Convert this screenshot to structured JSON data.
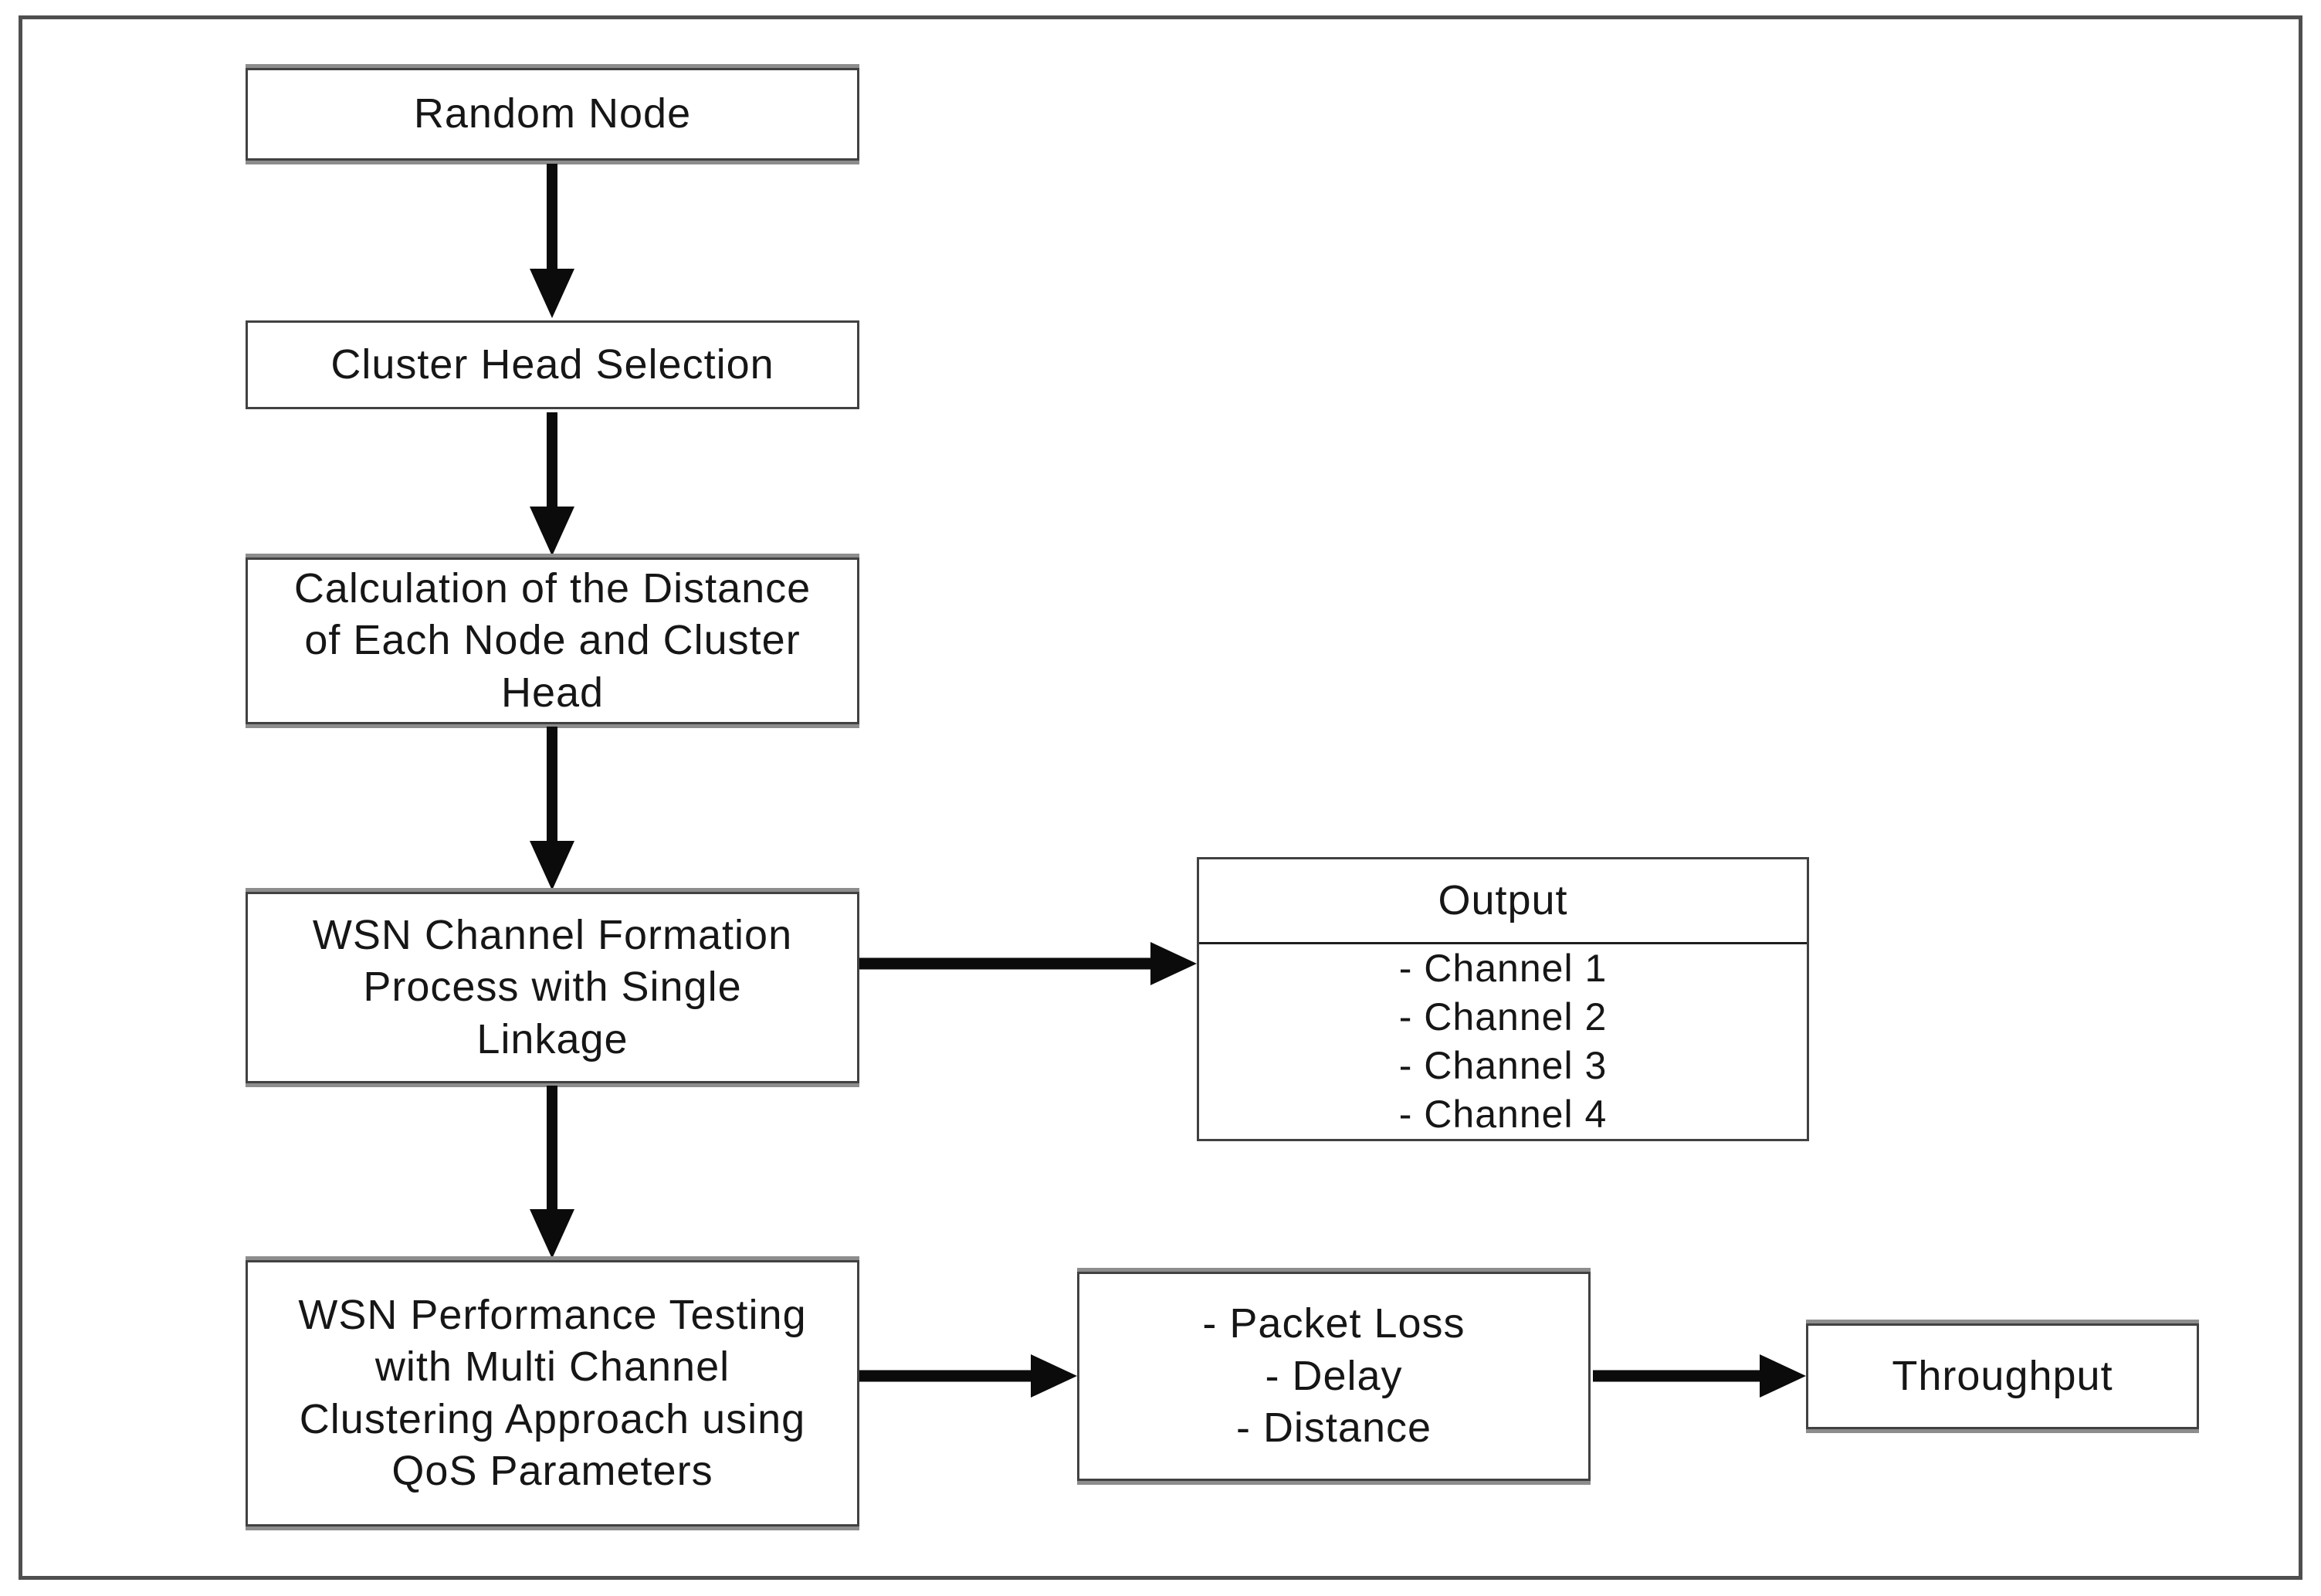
{
  "diagram": {
    "type": "flowchart",
    "boxes": {
      "random_node": {
        "label": "Random Node"
      },
      "cluster_head_selection": {
        "label": "Cluster Head Selection"
      },
      "distance_calculation": {
        "lines": [
          "Calculation of the Distance",
          "of Each Node and Cluster",
          "Head"
        ]
      },
      "channel_formation": {
        "lines": [
          "WSN Channel Formation",
          "Process with Single",
          "Linkage"
        ]
      },
      "performance_testing": {
        "lines": [
          "WSN Performance Testing",
          "with Multi Channel",
          "Clustering Approach using",
          "QoS Parameters"
        ]
      },
      "output": {
        "title": "Output",
        "items": [
          "- Channel 1",
          "- Channel 2",
          "- Channel 3",
          "- Channel 4"
        ]
      },
      "qos_metrics": {
        "items": [
          "- Packet Loss",
          "- Delay",
          "- Distance"
        ]
      },
      "throughput": {
        "label": "Throughput"
      }
    },
    "colors": {
      "background": "#ffffff",
      "box_border": "#414141",
      "frame_border": "#4f4f4f",
      "arrow": "#0b0b0b",
      "text": "#161616",
      "shadow_gray": "#8d8d8d"
    }
  }
}
